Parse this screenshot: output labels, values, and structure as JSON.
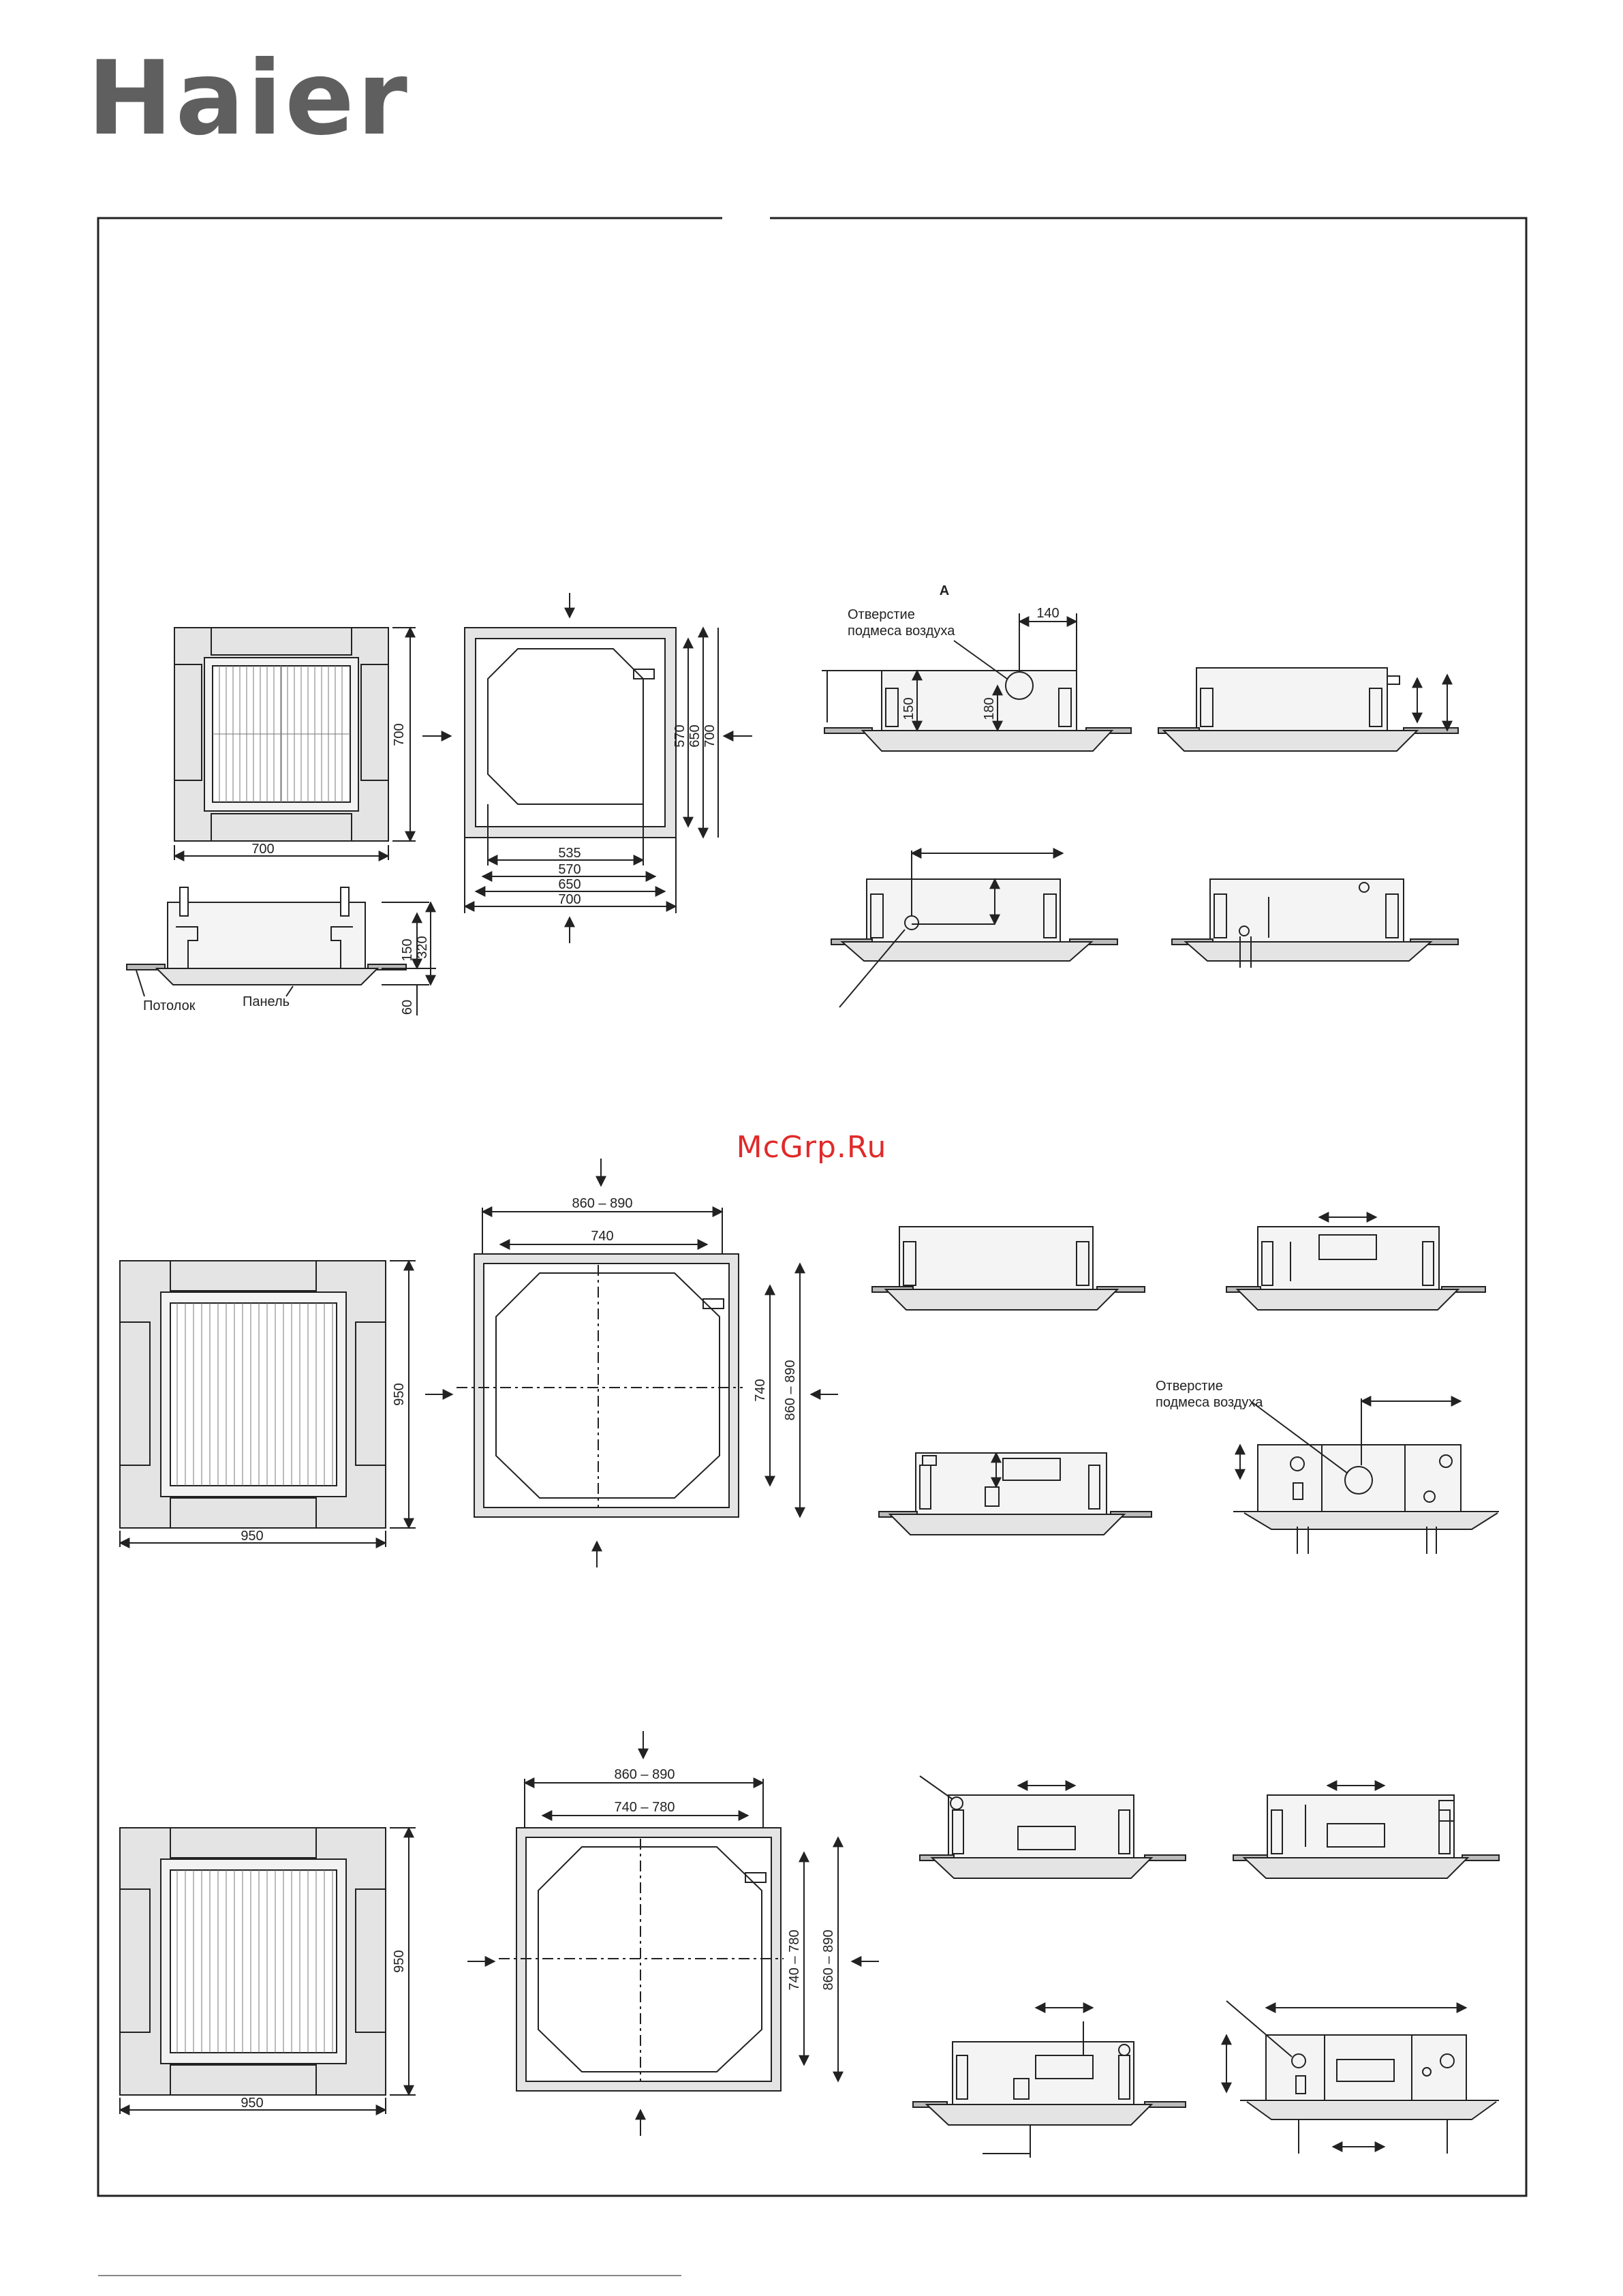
{
  "brand": {
    "logo_text": "Haier"
  },
  "watermark": "McGrp.Ru",
  "row1": {
    "front_view": {
      "width_label": "700",
      "height_label": "700"
    },
    "side_view": {
      "dims": [
        "150",
        "320",
        "60"
      ],
      "ceiling_label": "Потолок",
      "panel_label": "Панель"
    },
    "cutout": {
      "inner_h": [
        "570",
        "650",
        "700"
      ],
      "bottom": [
        "535",
        "570",
        "650",
        "700"
      ]
    },
    "section_a": {
      "title": "A",
      "air_hole_line1": "Отверстие",
      "air_hole_line2": "подмеса воздуха",
      "dims": [
        "140",
        "150",
        "180"
      ]
    }
  },
  "row2": {
    "front_view": {
      "width_label": "950",
      "height_label": "950"
    },
    "cutout": {
      "top": [
        "860 – 890",
        "740"
      ],
      "right": [
        "740",
        "860 – 890"
      ]
    },
    "air_hole_line1": "Отверстие",
    "air_hole_line2": "подмеса воздуха"
  },
  "row3": {
    "front_view": {
      "width_label": "950",
      "height_label": "950"
    },
    "cutout": {
      "top": [
        "860 – 890",
        "740 – 780"
      ],
      "right": [
        "740 – 780",
        "860 – 890"
      ]
    }
  },
  "colors": {
    "panel_fill": "#e4e4e4",
    "line": "#222222",
    "logo": "#5f5f5f",
    "watermark": "#e02a2a"
  }
}
